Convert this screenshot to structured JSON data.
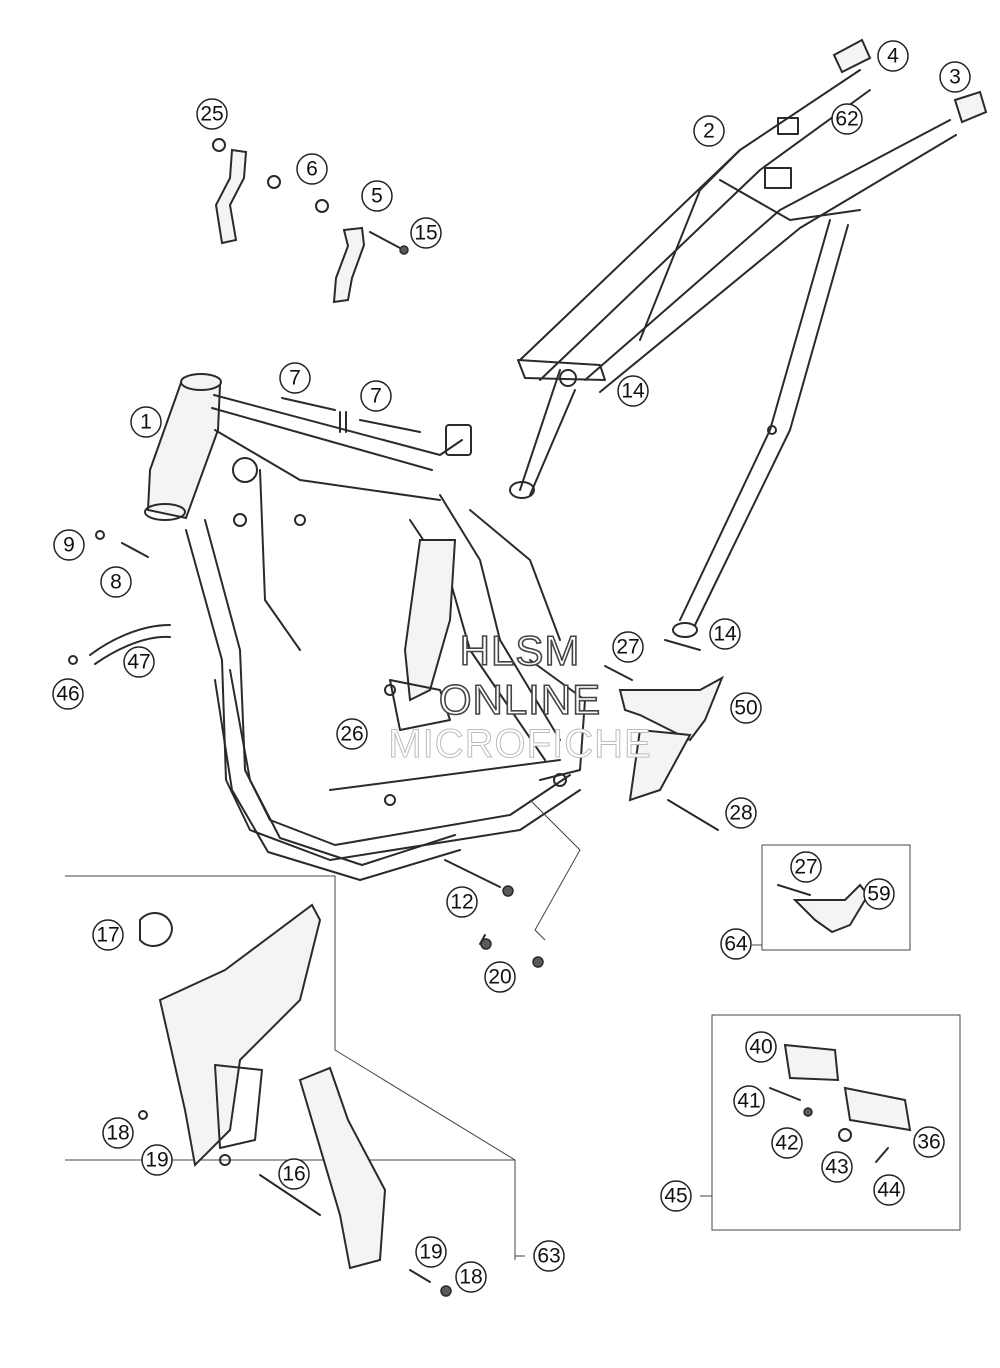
{
  "watermark": {
    "line1": "HLSM",
    "line2": "ONLINE",
    "line3": "MICROFICHE"
  },
  "callouts": [
    "1",
    "2",
    "3",
    "4",
    "5",
    "6",
    "7",
    "8",
    "9",
    "12",
    "14",
    "15",
    "16",
    "17",
    "18",
    "19",
    "20",
    "25",
    "26",
    "27",
    "28",
    "36",
    "40",
    "41",
    "42",
    "43",
    "44",
    "45",
    "46",
    "47",
    "50",
    "59",
    "62",
    "63",
    "64"
  ]
}
